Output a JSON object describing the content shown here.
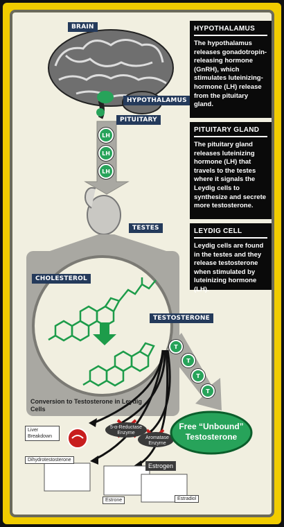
{
  "labels": {
    "brain": "BRAIN",
    "hypothalamus": "HYPOTHALAMUS",
    "pituitary": "PITUITARY",
    "testes": "TESTES",
    "cholesterol": "CHOLESTEROL",
    "testosterone": "TESTOSTERONE",
    "conversion": "Conversion to Testosterone in Leydig Cells",
    "liver": "Liver Breakdown",
    "reductase": "5-α-Reductase Enzyme",
    "aromatase": "Aromatase Enzyme",
    "dht": "Dihydrotestosterone",
    "estrogen": "Estrogen",
    "estrone": "Estrone",
    "estradiol": "Estradiol",
    "free": "Free “Unbound” Testosterone",
    "lh": "LH",
    "t": "T"
  },
  "info": [
    {
      "title": "HYPOTHALAMUS",
      "text": "The hypothalamus releases gonadotropin-releasing hormone (GnRH), which stimulates luteinizing-hormone (LH) release from the pituitary gland."
    },
    {
      "title": "PITUITARY GLAND",
      "text": "The pituitary gland releases luteinizing hormone (LH) that travels to the testes where it signals the Leydig cells to synthesize and secrete more testosterone."
    },
    {
      "title": "LEYDIG CELL",
      "text": "Leydig cells are found in the testes and they release testosterone when stimulated by luteinizing hormone (LH)."
    }
  ],
  "colors": {
    "frame": "#f1cc00",
    "label": "#243a5b",
    "green": "#27a35a",
    "gray": "#a9a8a2"
  }
}
